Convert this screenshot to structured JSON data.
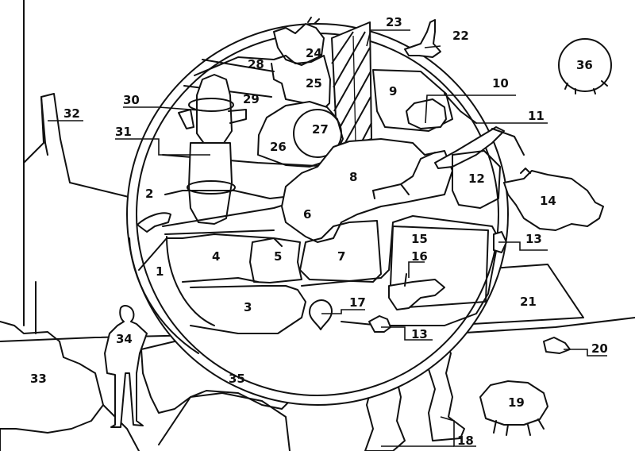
{
  "labels": [
    "1",
    "2",
    "3",
    "4",
    "5",
    "6",
    "7",
    "8",
    "9",
    "10",
    "11",
    "12",
    "13",
    "13",
    "14",
    "15",
    "16",
    "17",
    "18",
    "19",
    "20",
    "21",
    "22",
    "23",
    "24",
    "25",
    "26",
    "27",
    "28",
    "29",
    "30",
    "31",
    "32",
    "33",
    "34",
    "35",
    "36"
  ],
  "colors": {
    "ink": "#111111",
    "paper": "#ffffff"
  }
}
